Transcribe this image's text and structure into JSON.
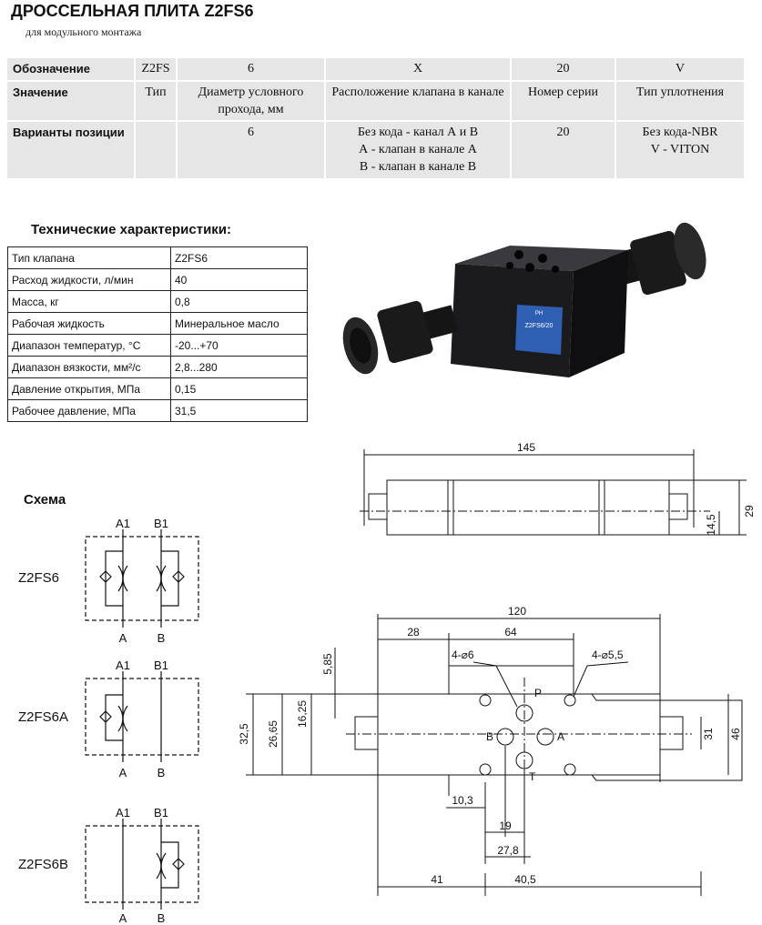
{
  "header": {
    "title": "ДРОССЕЛЬНАЯ ПЛИТА Z2FS6",
    "subtitle": "для модульного монтажа"
  },
  "designation": {
    "rows": [
      {
        "label": "Обозначение",
        "cells": [
          "Z2FS",
          "6",
          "X",
          "20",
          "V"
        ]
      },
      {
        "label": "Значение",
        "cells": [
          "Тип",
          "Диаметр условного прохода, мм",
          "Расположение клапана в канале",
          "Номер серии",
          "Тип уплотнения"
        ]
      },
      {
        "label": "Варианты позиции",
        "cells": [
          "",
          "6",
          "Без кода - канал А и В\nА - клапан в канале А\nВ - клапан в канале В",
          "20",
          "Без кода-NBR\nV - VITON"
        ]
      }
    ]
  },
  "tech": {
    "title": "Технические характеристики:",
    "rows": [
      {
        "k": "Тип клапана",
        "v": "Z2FS6"
      },
      {
        "k": "Расход жидкости, л/мин",
        "v": "40"
      },
      {
        "k": "Масса, кг",
        "v": "0,8"
      },
      {
        "k": "Рабочая жидкость",
        "v": "Минеральное масло"
      },
      {
        "k": "Диапазон температур, °C",
        "v": "-20...+70"
      },
      {
        "k": "Диапазон вязкости, мм²/с",
        "v": "2,8...280"
      },
      {
        "k": "Давление открытия, МПа",
        "v": "0,15"
      },
      {
        "k": "Рабочее давление, МПа",
        "v": "31,5"
      }
    ]
  },
  "photo": {
    "nameplate_brand": "PH",
    "nameplate_model": "Z2FS6/20",
    "colors": {
      "body": "#1b1b1d",
      "plate": "#2f5fb3"
    }
  },
  "scheme": {
    "title": "Схема",
    "variants": [
      {
        "name": "Z2FS6",
        "top_a": "A1",
        "top_b": "B1",
        "bottom_a": "A",
        "bottom_b": "B"
      },
      {
        "name": "Z2FS6A",
        "top_a": "A1",
        "top_b": "B1",
        "bottom_a": "A",
        "bottom_b": "B"
      },
      {
        "name": "Z2FS6B",
        "top_a": "A1",
        "top_b": "B1",
        "bottom_a": "A",
        "bottom_b": "B"
      }
    ]
  },
  "drawing": {
    "side": {
      "length": "145",
      "height": "29",
      "axis": "14,5"
    },
    "top": {
      "overall": "120",
      "d28": "28",
      "d64": "64",
      "hole_small": "4-⌀6",
      "hole_mount": "4-⌀5,5",
      "p": "P",
      "a": "A",
      "b": "B",
      "t": "T",
      "d585": "5,85",
      "d1625": "16,25",
      "d2665": "26,65",
      "d325": "32,5",
      "d31": "31",
      "d46": "46",
      "d103": "10,3",
      "d19": "19",
      "d278": "27,8",
      "d41": "41",
      "d405": "40,5"
    }
  }
}
